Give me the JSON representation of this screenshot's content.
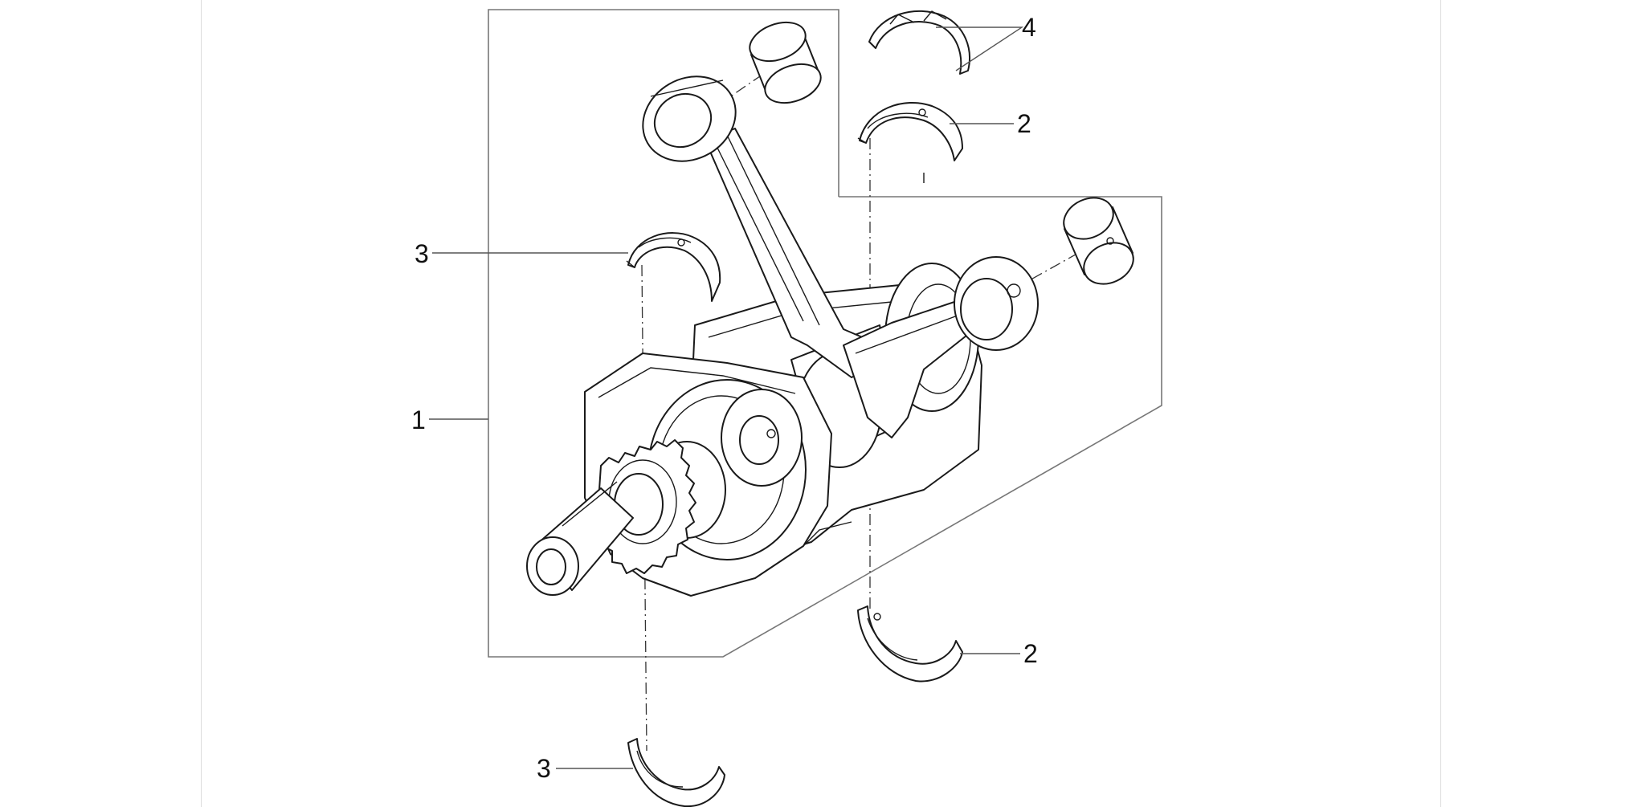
{
  "diagram": {
    "callouts": [
      {
        "id": "c1",
        "label": "1"
      },
      {
        "id": "c2a",
        "label": "2"
      },
      {
        "id": "c2b",
        "label": "2"
      },
      {
        "id": "c3a",
        "label": "3"
      },
      {
        "id": "c3b",
        "label": "3"
      },
      {
        "id": "c4",
        "label": "4"
      }
    ],
    "colors": {
      "line": "#1a1a1a",
      "frame": "#777777",
      "background": "#ffffff"
    }
  }
}
